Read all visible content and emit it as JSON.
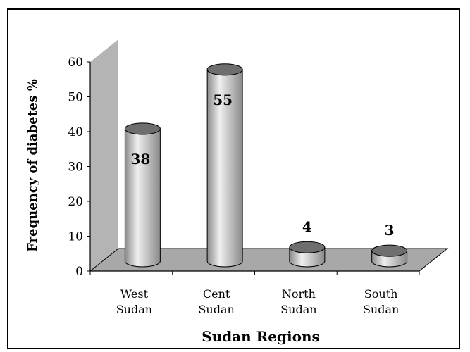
{
  "chart_data": {
    "type": "bar",
    "style": "3d-cylinder",
    "categories": [
      [
        "West",
        "Sudan"
      ],
      [
        "Cent",
        "Sudan"
      ],
      [
        "North",
        "Sudan"
      ],
      [
        "South",
        "Sudan"
      ]
    ],
    "values": [
      38,
      55,
      4,
      3
    ],
    "data_labels": [
      "38",
      "55",
      "4",
      "3"
    ],
    "xlabel": "Sudan Regions",
    "ylabel": "Frequency of diabetes %",
    "ylim": [
      0,
      60
    ],
    "yticks": [
      "0",
      "10",
      "20",
      "30",
      "40",
      "50",
      "60"
    ],
    "grid": false,
    "legend": "none",
    "colors": {
      "bar_fill": "#c8c8c8",
      "bar_light": "#efefef",
      "bar_dark": "#8a8a8a",
      "top_ellipse": "#6e6e6e",
      "wall": "#b4b4b4",
      "floor": "#a8a8a8"
    }
  }
}
